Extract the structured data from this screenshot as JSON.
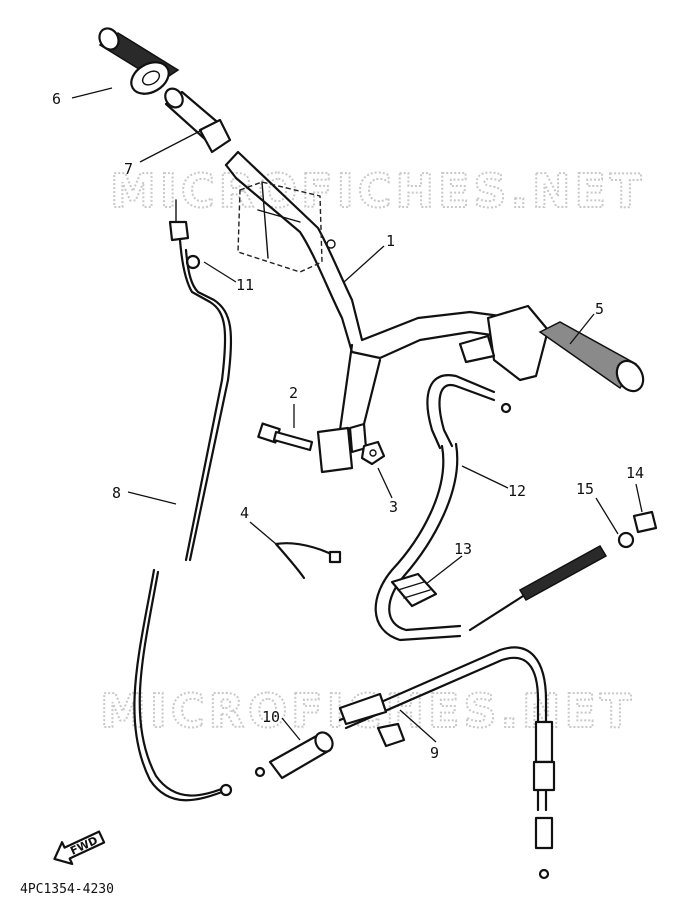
{
  "watermark": [
    "MICROFICHES.NET",
    "MICROFICHES.NET"
  ],
  "callouts": [
    {
      "id": "1",
      "label": "1"
    },
    {
      "id": "2",
      "label": "2"
    },
    {
      "id": "3",
      "label": "3"
    },
    {
      "id": "4",
      "label": "4"
    },
    {
      "id": "5",
      "label": "5"
    },
    {
      "id": "6",
      "label": "6"
    },
    {
      "id": "7",
      "label": "7"
    },
    {
      "id": "8",
      "label": "8"
    },
    {
      "id": "9",
      "label": "9"
    },
    {
      "id": "10",
      "label": "10"
    },
    {
      "id": "11",
      "label": "11"
    },
    {
      "id": "12",
      "label": "12"
    },
    {
      "id": "13",
      "label": "13"
    },
    {
      "id": "14",
      "label": "14"
    },
    {
      "id": "15",
      "label": "15"
    }
  ],
  "fwd_label": "FWD",
  "diagram_code": "4PC1354-4230"
}
